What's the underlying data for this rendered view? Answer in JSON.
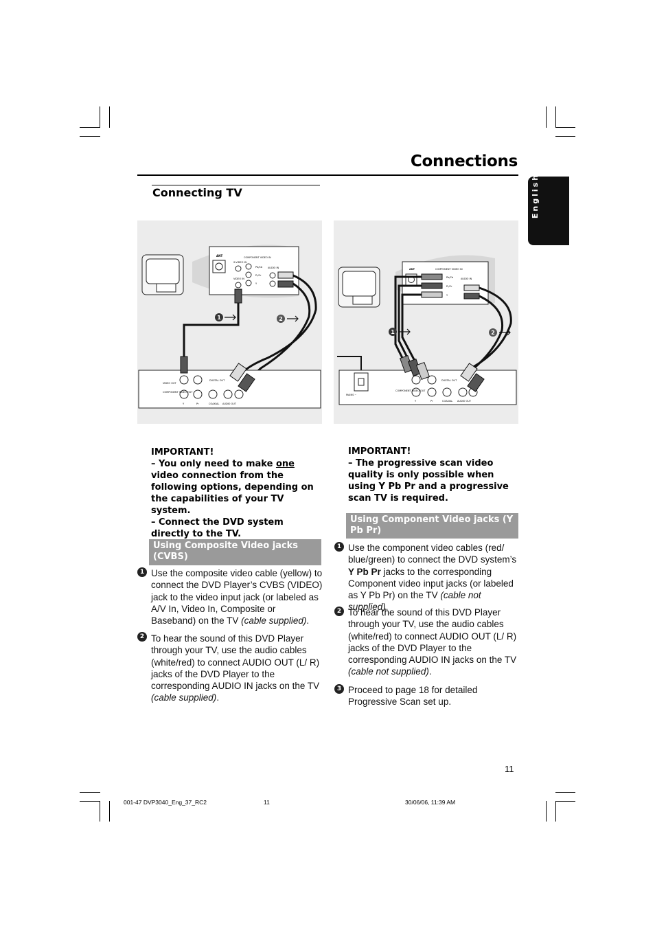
{
  "header": {
    "title": "Connections",
    "language_tab": "English"
  },
  "section": {
    "title": "Connecting TV"
  },
  "left": {
    "important_heading": "IMPORTANT!",
    "important_line1_pre": "–  You only need to make ",
    "important_line1_underline": "one",
    "important_line1_post": " video connection from the following options, depending on the capabilities of your TV system.",
    "important_line2": "–  Connect the DVD system directly to the TV.",
    "bar_title": "Using Composite Video jacks (CVBS)",
    "step1_num": "1",
    "step1_text": "Use the composite video cable (yellow) to connect the DVD Player’s CVBS (VIDEO) jack to the video input jack (or labeled as A/V In, Video In, Composite or Baseband) on the TV ",
    "step1_italic": "(cable supplied)",
    "step1_end": ".",
    "step2_num": "2",
    "step2_text": "To hear the sound of this DVD Player through your TV, use the audio cables (white/red) to connect AUDIO OUT (L/ R) jacks of the DVD Player to the corresponding AUDIO IN jacks on the TV ",
    "step2_italic": "(cable supplied)",
    "step2_end": "."
  },
  "right": {
    "important_heading": "IMPORTANT!",
    "important_text": "–  The progressive scan video quality is only possible when using Y Pb Pr and a progressive scan TV is required.",
    "bar_title": "Using Component Video jacks (Y Pb Pr)",
    "step1_num": "1",
    "step1_text_a": "Use the component video cables (red/ blue/green) to connect the DVD system’s ",
    "step1_bold": "Y Pb Pr",
    "step1_text_b": " jacks to the corresponding Component video input jacks (or labeled as Y Pb Pr) on the TV ",
    "step1_italic": "(cable not supplied)",
    "step1_end": ".",
    "step2_num": "2",
    "step2_text": "To hear the sound of this DVD Player through your TV, use the audio cables (white/red) to connect AUDIO OUT (L/ R) jacks of the DVD Player to the corresponding AUDIO IN jacks on the TV ",
    "step2_italic": "(cable not supplied)",
    "step2_end": ".",
    "step3_num": "3",
    "step3_text": "Proceed to page 18 for detailed Progressive Scan set up."
  },
  "diagram_left": {
    "callout1": "1",
    "callout2": "2",
    "tv_labels": {
      "ant": "ANT",
      "component": "COMPONENT VIDEO IN",
      "svideo": "S-VIDEO IN",
      "video_in": "VIDEO IN",
      "audio_in": "AUDIO IN",
      "pb": "Pb/Cb",
      "pr": "Pr/Cr",
      "y": "Y"
    },
    "dvd_labels": {
      "video_out": "VIDEO OUT",
      "component_out": "COMPONENT VIDEO OUT",
      "digital": "DIGITAL OUT",
      "coaxial": "COAXIAL",
      "audio_out": "AUDIO OUT",
      "y": "Y",
      "pr": "Pr"
    }
  },
  "diagram_right": {
    "callout1": "1",
    "callout2": "2",
    "tv_labels": {
      "ant": "ANT",
      "component": "COMPONENT VIDEO IN",
      "audio_in": "AUDIO IN",
      "pb": "Pb/Cb",
      "pr": "Pr/Cr",
      "y": "Y"
    },
    "dvd_labels": {
      "mains": "MAINS ~",
      "component_out": "COMPONENT VIDEO OUT",
      "digital": "DIGITAL OUT",
      "coaxial": "COAXIAL",
      "audio_out": "AUDIO OUT",
      "y": "Y",
      "pr": "Pr"
    }
  },
  "page_number": "11",
  "footer": {
    "file": "001-47 DVP3040_Eng_37_RC2",
    "page": "11",
    "date": "30/06/06, 11:39 AM"
  },
  "colors": {
    "bar": "#9a9a9a",
    "diagram_bg": "#ececec",
    "tab": "#111111"
  }
}
